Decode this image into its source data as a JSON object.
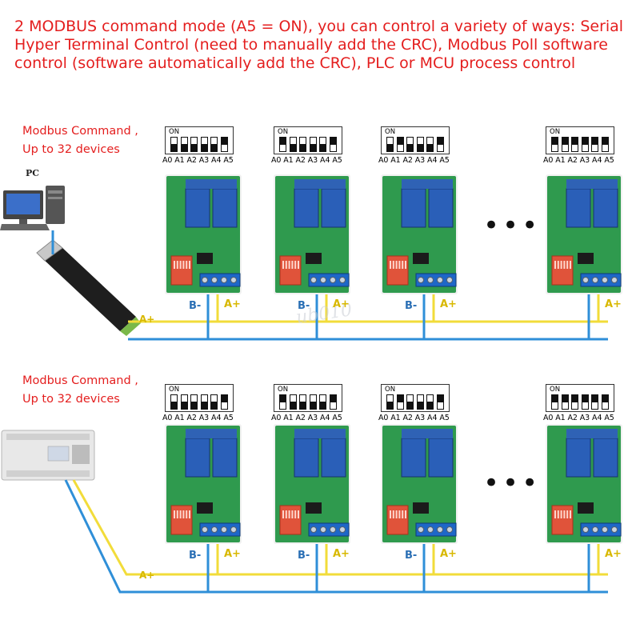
{
  "title": "2 MODBUS command mode (A5 = ON), you can control a variety of ways: Serial Hyper Terminal Control (need to manually add the CRC), Modbus Poll software control (software automatically add the CRC), PLC or MCU process control",
  "rows": [
    {
      "command_line1": "Modbus Command ,",
      "command_line2": "Up to 32 devices",
      "host_label": "PC",
      "boards": [
        {
          "b_label": "B-",
          "a_label": "A+",
          "dip_on": "ON",
          "dip_labels": "A0 A1 A2 A3 A4 A5",
          "switches": [
            false,
            false,
            false,
            false,
            false,
            true
          ]
        },
        {
          "b_label": "B-",
          "a_label": "A+",
          "dip_on": "ON",
          "dip_labels": "A0 A1 A2 A3 A4 A5",
          "switches": [
            true,
            false,
            false,
            false,
            false,
            true
          ]
        },
        {
          "b_label": "B-",
          "a_label": "A+",
          "dip_on": "ON",
          "dip_labels": "A0 A1 A2 A3 A4 A5",
          "switches": [
            false,
            true,
            false,
            false,
            false,
            true
          ]
        },
        {
          "b_label": "",
          "a_label": "A+",
          "dip_on": "ON",
          "dip_labels": "A0 A1 A2 A3 A4 A5",
          "switches": [
            true,
            true,
            true,
            true,
            true,
            true
          ]
        }
      ],
      "bus_a_label": "A+",
      "ellipsis": "•••"
    },
    {
      "command_line1": "Modbus Command ,",
      "command_line2": "Up to 32 devices",
      "host_label": "",
      "boards": [
        {
          "b_label": "B-",
          "a_label": "A+",
          "dip_on": "ON",
          "dip_labels": "A0 A1 A2 A3 A4 A5",
          "switches": [
            false,
            false,
            false,
            false,
            false,
            true
          ]
        },
        {
          "b_label": "B-",
          "a_label": "A+",
          "dip_on": "ON",
          "dip_labels": "A0 A1 A2 A3 A4 A5",
          "switches": [
            true,
            false,
            false,
            false,
            false,
            true
          ]
        },
        {
          "b_label": "B-",
          "a_label": "A+",
          "dip_on": "ON",
          "dip_labels": "A0 A1 A2 A3 A4 A5",
          "switches": [
            false,
            true,
            false,
            false,
            false,
            true
          ]
        },
        {
          "b_label": "",
          "a_label": "A+",
          "dip_on": "ON",
          "dip_labels": "A0 A1 A2 A3 A4 A5",
          "switches": [
            true,
            true,
            true,
            true,
            true,
            true
          ]
        }
      ],
      "bus_a_label": "A+",
      "ellipsis": "•••"
    }
  ],
  "watermark": "ub010",
  "colors": {
    "text_red": "#e41e1e",
    "wire_blue": "#2f8fd8",
    "wire_yellow": "#f2dc3a",
    "board_green": "#2f9a4e",
    "relay_blue": "#2a5fb8",
    "terminal_blue": "#1e67c8",
    "dip_red": "#e0533a"
  }
}
